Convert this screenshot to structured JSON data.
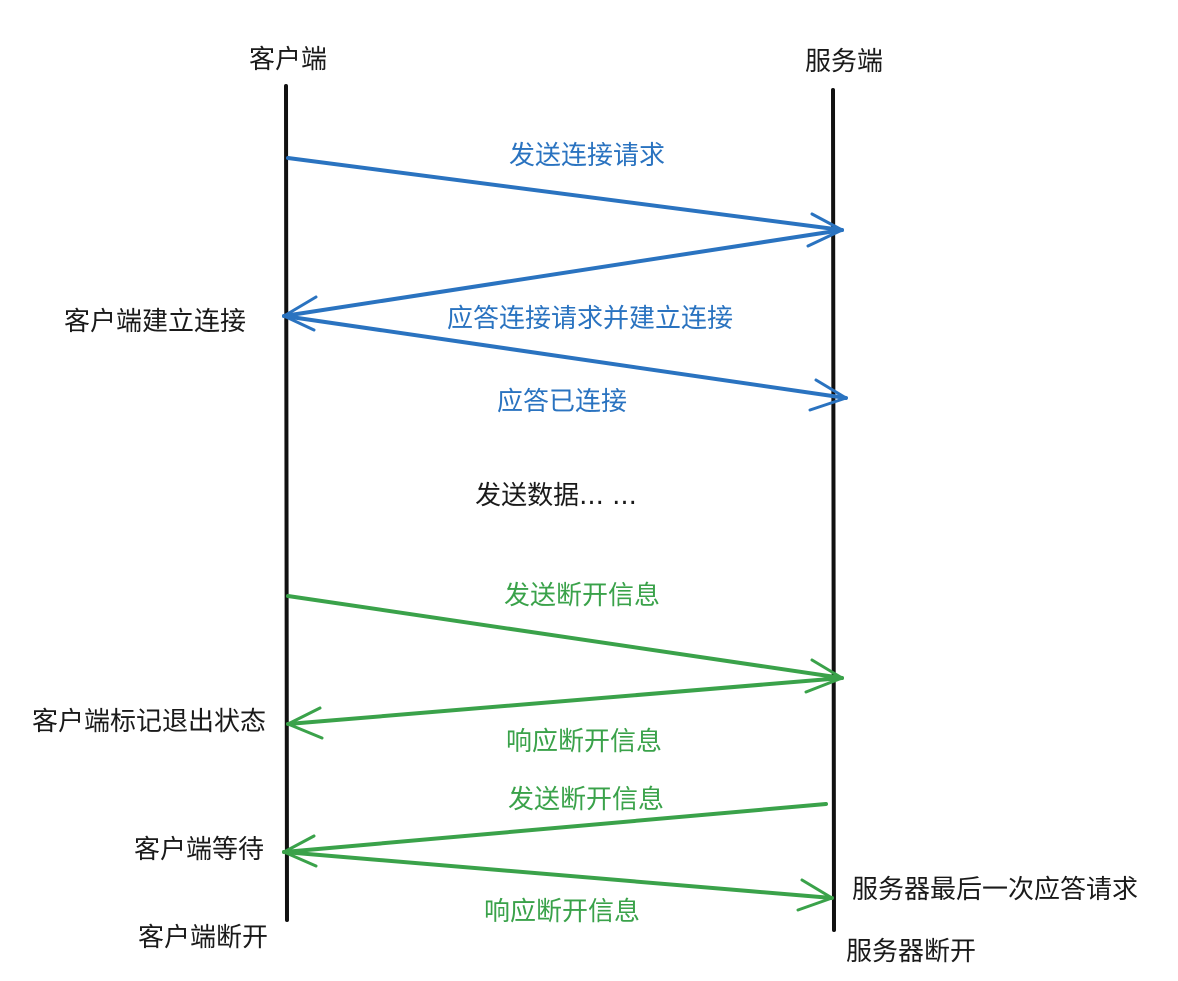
{
  "colors": {
    "connect": "#2a73c0",
    "disconnect": "#3aa24a",
    "text": "#1a1a1a",
    "lifeline": "#111111"
  },
  "participants": {
    "client": "客户端",
    "server": "服务端"
  },
  "messages": [
    {
      "id": "m1",
      "label": "发送连接请求",
      "color": "connect"
    },
    {
      "id": "m2",
      "label": "应答连接请求并建立连接",
      "color": "connect"
    },
    {
      "id": "m3",
      "label": "应答已连接",
      "color": "connect"
    },
    {
      "id": "m4",
      "label": "发送断开信息",
      "color": "disconnect"
    },
    {
      "id": "m5",
      "label": "响应断开信息",
      "color": "disconnect"
    },
    {
      "id": "m6",
      "label": "发送断开信息",
      "color": "disconnect"
    },
    {
      "id": "m7",
      "label": "响应断开信息",
      "color": "disconnect"
    }
  ],
  "middle_note": "发送数据... ...",
  "client_states": [
    "客户端建立连接",
    "客户端标记退出状态",
    "客户端等待",
    "客户端断开"
  ],
  "server_states": [
    "服务器最后一次应答请求",
    "服务器断开"
  ]
}
